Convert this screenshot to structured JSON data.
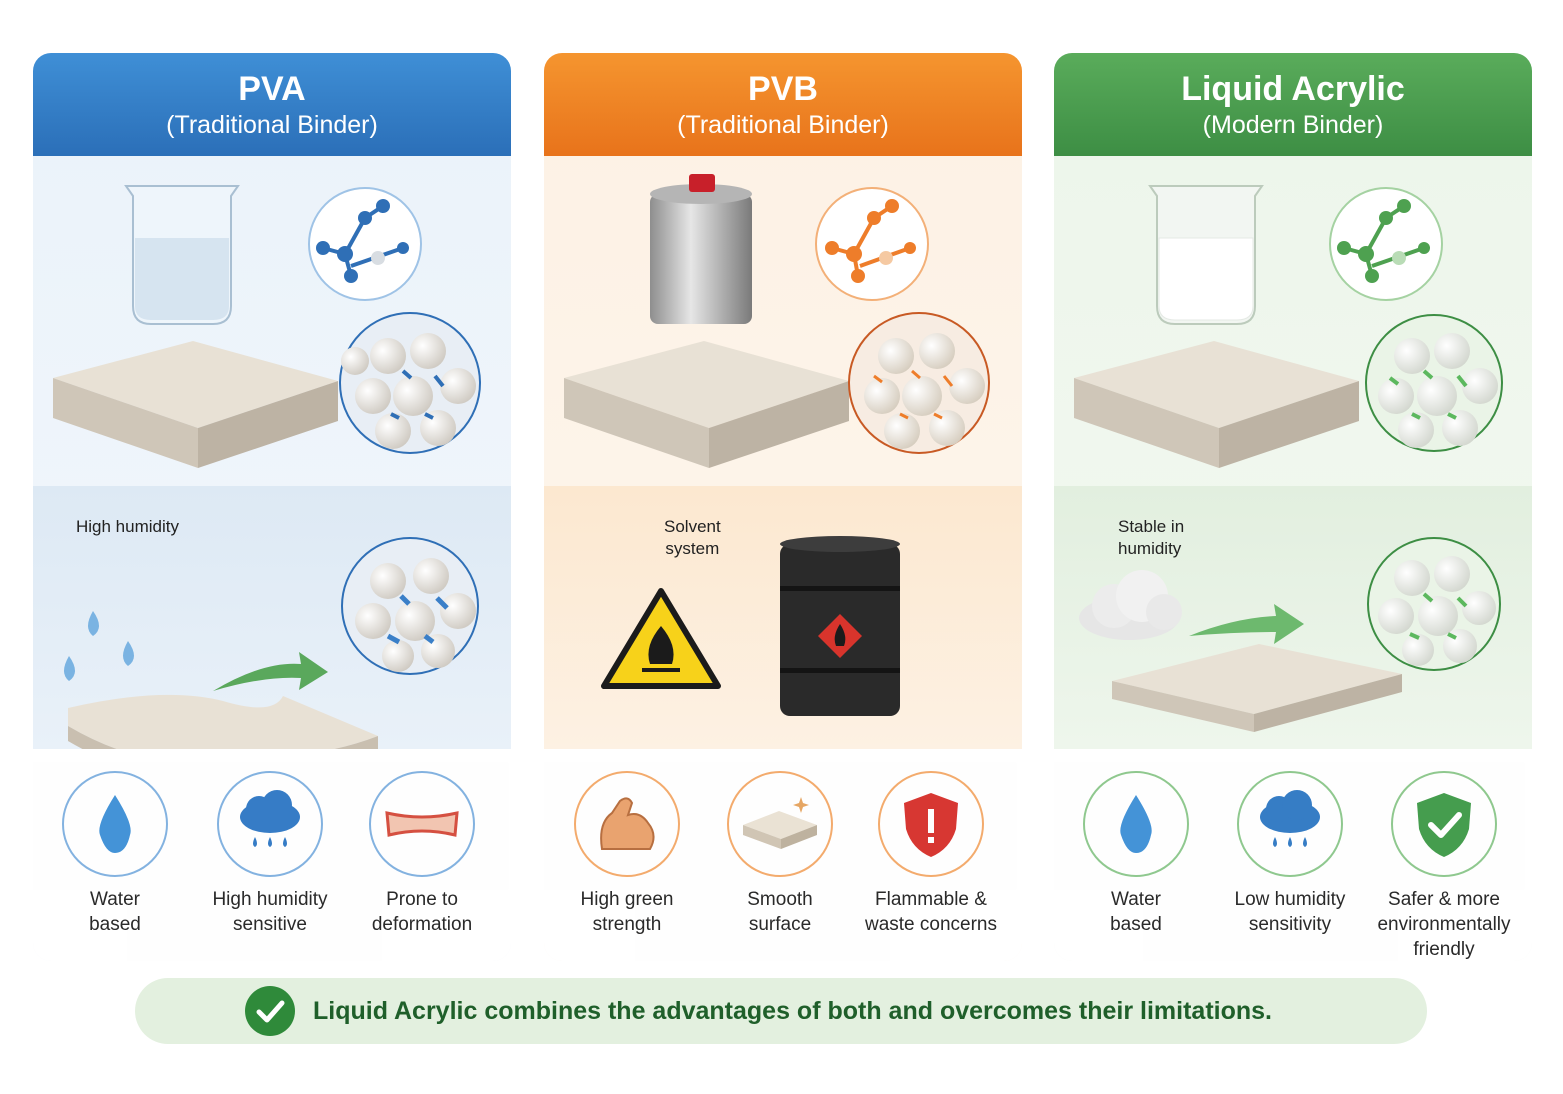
{
  "colors": {
    "pva": "#2f78c4",
    "pvb": "#f08022",
    "acrylic": "#4a9d4e",
    "banner_text": "#1f5f2a"
  },
  "columns": [
    {
      "title": "PVA",
      "subtitle": "(Traditional Binder)",
      "condition": "High humidity",
      "features": [
        {
          "icon": "water-drop-icon",
          "label": "Water\nbased"
        },
        {
          "icon": "rain-cloud-icon",
          "label": "High humidity\nsensitive"
        },
        {
          "icon": "deformed-sheet-icon",
          "label": "Prone to\ndeformation"
        }
      ]
    },
    {
      "title": "PVB",
      "subtitle": "(Traditional Binder)",
      "condition": "Solvent\nsystem",
      "features": [
        {
          "icon": "flexed-arm-icon",
          "label": "High green\nstrength"
        },
        {
          "icon": "smooth-tile-icon",
          "label": "Smooth\nsurface"
        },
        {
          "icon": "warning-shield-icon",
          "label": "Flammable &\nwaste concerns"
        }
      ]
    },
    {
      "title": "Liquid Acrylic",
      "subtitle": "(Modern Binder)",
      "condition": "Stable in\nhumidity",
      "features": [
        {
          "icon": "water-drop-icon",
          "label": "Water\nbased"
        },
        {
          "icon": "rain-cloud-icon",
          "label": "Low humidity\nsensitivity"
        },
        {
          "icon": "check-shield-icon",
          "label": "Safer & more\nenvironmentally\nfriendly"
        }
      ]
    }
  ],
  "banner": {
    "text": "Liquid Acrylic combines the advantages of both and overcomes their limitations."
  }
}
